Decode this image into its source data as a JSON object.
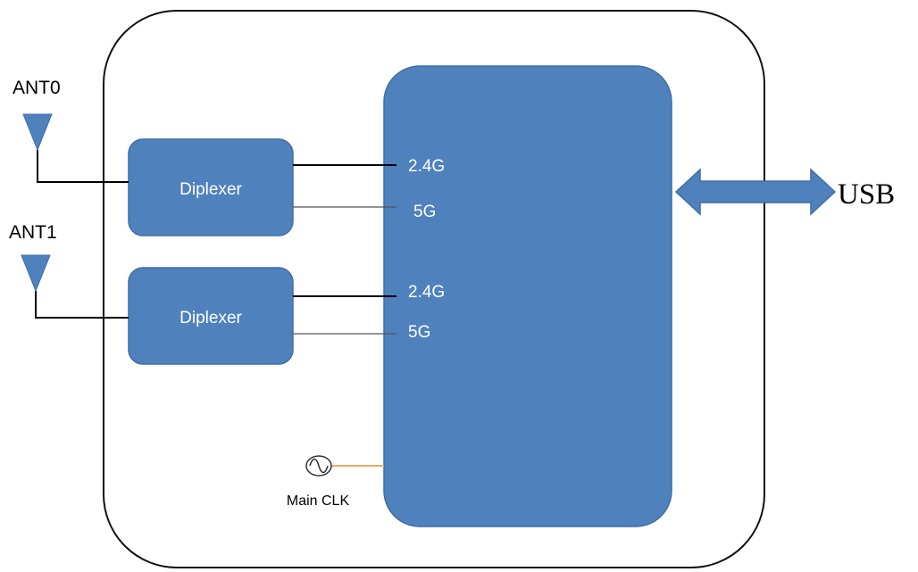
{
  "antennas": [
    {
      "label": "ANT0"
    },
    {
      "label": "ANT1"
    }
  ],
  "diplexers": [
    {
      "label": "Diplexer",
      "outputs": [
        "2.4G",
        "5G"
      ]
    },
    {
      "label": "Diplexer",
      "outputs": [
        "2.4G",
        "5G"
      ]
    }
  ],
  "clock": {
    "label": "Main CLK"
  },
  "interface": {
    "label": "USB"
  },
  "colors": {
    "block_fill": "#4f81bd",
    "block_stroke": "#3f6ea6",
    "clock_line": "#f0a868",
    "enclosure_stroke": "#111111"
  }
}
